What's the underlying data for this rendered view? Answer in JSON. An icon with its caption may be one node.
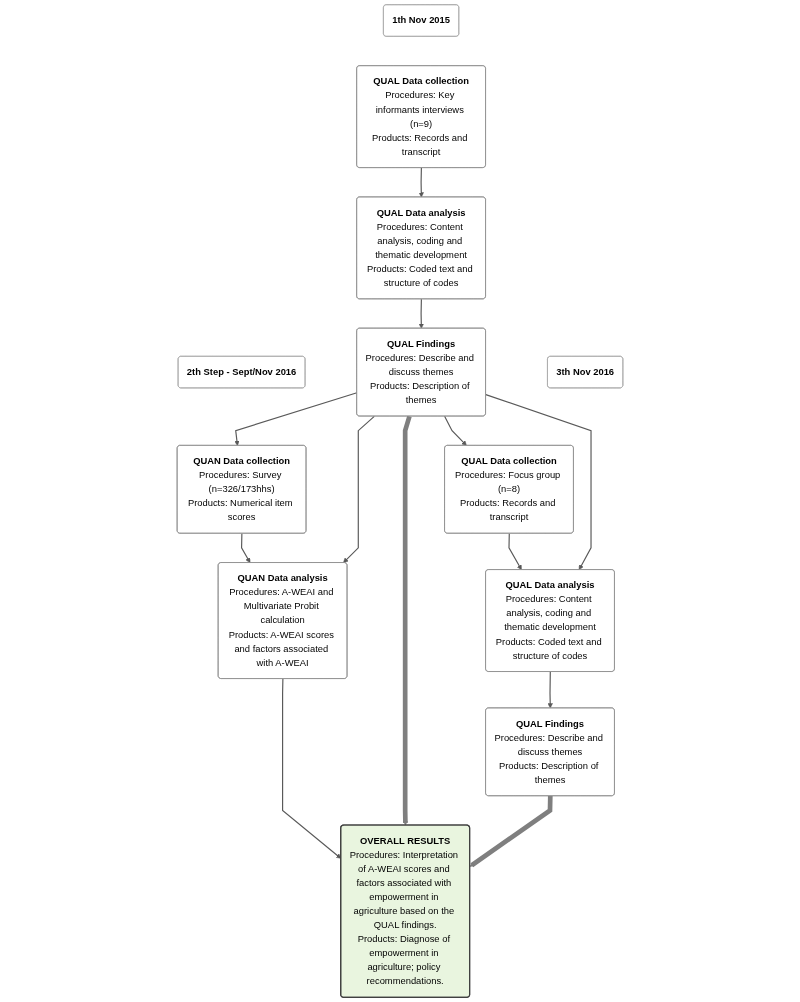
{
  "diagram": {
    "nodes": [
      {
        "text": [
          "1th Nov 2015"
        ]
      },
      {
        "text": [
          "2th Step - Sept/Nov 2016"
        ]
      },
      {
        "text": [
          "3th Nov 2016"
        ]
      },
      {
        "text": [
          "QUAL Data collection",
          "Procedures: Key informants interviews (n=9)",
          "Products: Records and transcript"
        ]
      },
      {
        "text": [
          "QUAN Data collection",
          "Procedures: Survey (n=326/173hhs)",
          "Products: Numerical item scores"
        ]
      },
      {
        "text": [
          "QUAL Data collection",
          "Procedures: Focus group (n=8)",
          "Products: Records and transcript"
        ]
      },
      {
        "text": [
          "QUAL Data analysis",
          "Procedures: Content analysis, coding and thematic development",
          "Products: Coded text and structure of codes"
        ]
      },
      {
        "text": [
          "QUAN Data analysis",
          "Procedures: A-WEAI and Multivariate Probit calculation",
          "Products: A-WEAI scores and factors associated with A-WEAI"
        ]
      },
      {
        "text": [
          "QUAL Data analysis",
          "Procedures: Content analysis, coding and thematic development",
          "Products: Coded text and structure of codes"
        ]
      },
      {
        "text": [
          "QUAL Findings",
          "Procedures: Describe and discuss themes",
          "Products: Description of themes"
        ]
      },
      {
        "text": [
          "OVERALL RESULTS",
          "Procedures: Interpretation of A-WEAI scores and factors associated with empowerment in agriculture based on the QUAL findings.",
          "Products: Diagnose of empowerment in agriculture; policy recommendations."
        ]
      },
      {
        "text": [
          "QUAL Findings",
          "Procedures: Describe and discuss themes",
          "Products: Description of themes"
        ]
      }
    ],
    "edges": [
      {
        "from": 3,
        "to": 6,
        "arrow": "to"
      },
      {
        "from": 6,
        "to": 9,
        "arrow": "to"
      },
      {
        "from": 4,
        "to": 7,
        "arrow": "to"
      },
      {
        "from": 7,
        "to": 10,
        "arrow": "to"
      },
      {
        "from": 5,
        "to": 8,
        "arrow": "to"
      },
      {
        "from": 8,
        "to": 11,
        "arrow": "to"
      },
      {
        "from": 9,
        "to": 4,
        "arrow": "to"
      },
      {
        "from": 9,
        "to": 7,
        "arrow": "to"
      },
      {
        "from": 9,
        "to": 5,
        "arrow": "to"
      },
      {
        "from": 9,
        "to": 8,
        "arrow": "to"
      },
      {
        "from": 9,
        "to": 10,
        "arrow": "to",
        "style": "thick"
      },
      {
        "from": 11,
        "to": 10,
        "arrow": "to",
        "style": "thick"
      }
    ]
  }
}
